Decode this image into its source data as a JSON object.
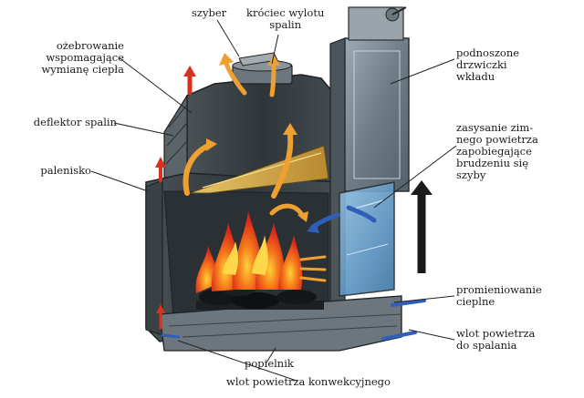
{
  "labels": {
    "szyber": "szyber",
    "kruciec": "króciec wylotu\nspalin",
    "ozebrowanie": "ożebrowanie\nwspomagające\nwymianę ciepła",
    "deflektor": "deflektor spalin",
    "palenisko": "palenisko",
    "drzwiczki": "podnoszone\ndrzwiczki\nwkładu",
    "zasysanie": "zasysanie zim-\nnego powietrza\nzapobiegające\nbrudzeniu się\nszyby",
    "promieniowanie": "promieniowanie\ncieplne",
    "wlot_spalania": "wlot powietrza\ndo spalania",
    "popielnik": "popielnik",
    "wlot_konwekcyjny": "wlot powietrza konwekcyjnego"
  },
  "colors": {
    "body_dark": "#3d4448",
    "body_mid": "#5b6469",
    "steel_light": "#8e9aa3",
    "glass": "#6aa0c8",
    "flame_red": "#e8321c",
    "flame_orange": "#f39a1c",
    "arrow_orange": "#f0a030",
    "arrow_blue": "#2f5fb8",
    "arrow_red": "#d8321c"
  }
}
